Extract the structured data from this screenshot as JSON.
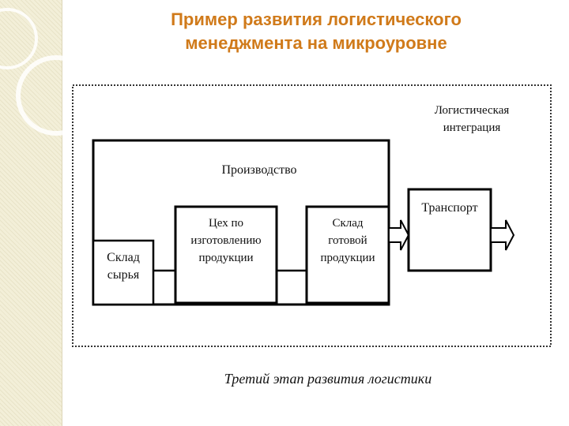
{
  "slide": {
    "title_line1": "Пример развития логистического",
    "title_line2": "менеджмента на микроуровне",
    "caption": "Третий этап развития логистики"
  },
  "diagram": {
    "outer_label_line1": "Логистическая",
    "outer_label_line2": "интеграция",
    "production_label": "Производство",
    "workshop_line1": "Цех по",
    "workshop_line2": "изготовлению",
    "workshop_line3": "продукции",
    "warehouse_line1": "Склад",
    "warehouse_line2": "готовой",
    "warehouse_line3": "продукции",
    "raw_line1": "Склад",
    "raw_line2": "сырья",
    "transport_label": "Транспорт"
  },
  "colors": {
    "title": "#d07a1a",
    "sidebar": "#f3efd8"
  }
}
